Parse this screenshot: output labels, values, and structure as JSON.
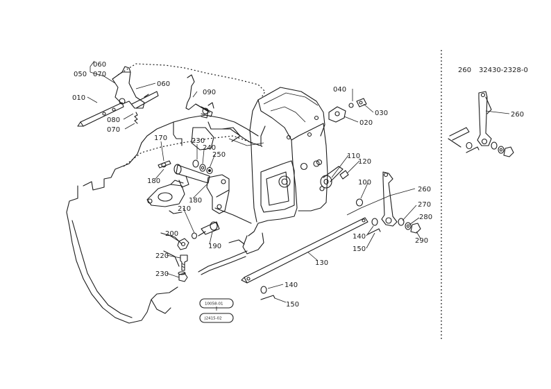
{
  "callouts": {
    "c060a": "060",
    "c050": "050",
    "c070a": "070",
    "c060b": "060",
    "c090": "090",
    "c010": "010",
    "c080": "080",
    "c070b": "070",
    "c040": "040",
    "c030": "030",
    "c020": "020",
    "c170": "170",
    "c230a": "230",
    "c240": "240",
    "c250": "250",
    "c110": "110",
    "c120": "120",
    "c100": "100",
    "c260a": "260",
    "c270": "270",
    "c280": "280",
    "c290": "290",
    "c180a": "180",
    "c180b": "180",
    "c210": "210",
    "c200": "200",
    "c190": "190",
    "c220": "220",
    "c230b": "230",
    "c130": "130",
    "c140a": "140",
    "c150a": "150",
    "c140b": "140",
    "c150b": "150"
  },
  "stamps": {
    "top": "10058-01",
    "bottom": "J2415-02"
  },
  "side_panel": {
    "ref_no": "260",
    "part_no": "32430-2328-0",
    "c260": "260"
  }
}
